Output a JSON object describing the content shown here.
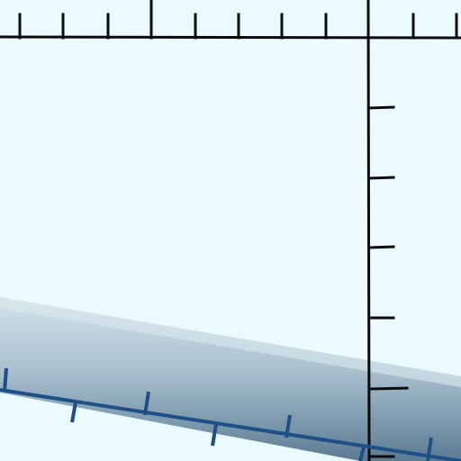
{
  "scene": {
    "background_color": "#ebfbfd",
    "axis_color": "#0b0b0b",
    "slab_color_top": "#d2e1e8",
    "slab_color_bottom": "#5e7d94",
    "slab_edge_color": "#1e4f86",
    "top_axis_tick_count": 10,
    "vertical_axis_tick_count": 6,
    "bottom_axis_tick_count": 8
  }
}
